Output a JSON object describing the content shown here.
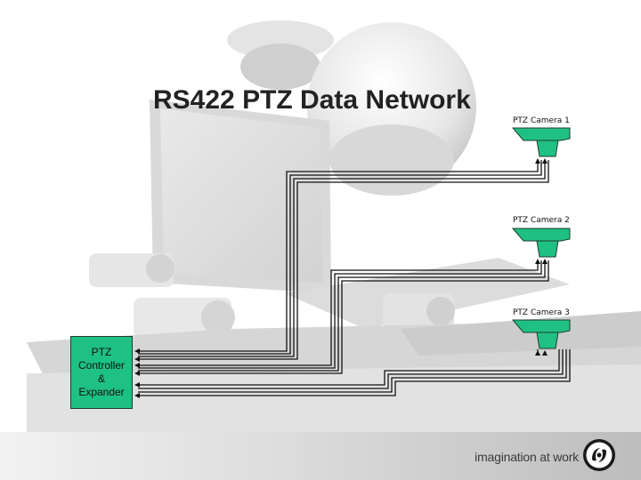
{
  "title": "RS422 PTZ Data Network",
  "cameras": [
    {
      "label": "PTZ Camera 1"
    },
    {
      "label": "PTZ Camera 2"
    },
    {
      "label": "PTZ Camera 3"
    }
  ],
  "controller": {
    "lines": [
      "PTZ",
      "Controller",
      "&",
      "Expander"
    ]
  },
  "footer": {
    "tagline": "imagination at work",
    "logo_icon": "ge-monogram-icon"
  },
  "colors": {
    "device_green": "#1fc084",
    "cable": "#111111"
  }
}
